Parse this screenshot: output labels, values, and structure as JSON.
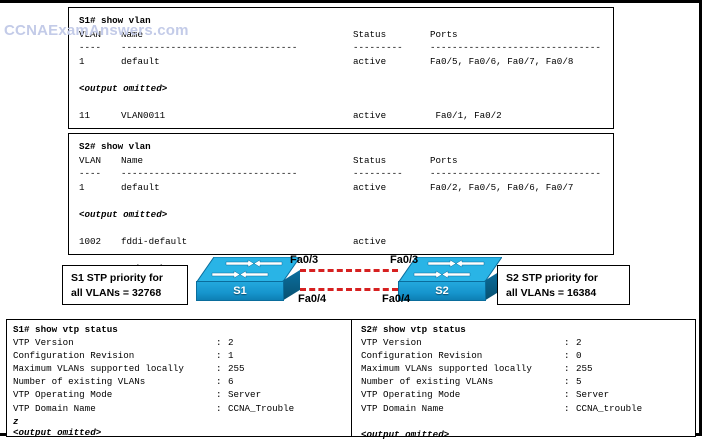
{
  "watermark": "CCNAExamAnswers.com",
  "vlan_panels": [
    {
      "id": "s1-show-vlan",
      "prompt": "S1# show vlan",
      "headers": {
        "vlan": "VLAN",
        "name": "Name",
        "status": "Status",
        "ports": "Ports"
      },
      "rules": {
        "vlan": "----",
        "name": "--------------------------------",
        "status": "---------",
        "ports": "-------------------------------"
      },
      "rows": [
        {
          "vlan": "1",
          "name": "default",
          "status": "active",
          "ports": "Fa0/5, Fa0/6, Fa0/7, Fa0/8"
        },
        {
          "omitted": "<output omitted>"
        },
        {
          "vlan": "11",
          "name": "VLAN0011",
          "status": "active",
          "ports": " Fa0/1, Fa0/2"
        },
        {
          "omitted": "<output omitted>"
        }
      ]
    },
    {
      "id": "s2-show-vlan",
      "prompt": "S2# show vlan",
      "headers": {
        "vlan": "VLAN",
        "name": "Name",
        "status": "Status",
        "ports": "Ports"
      },
      "rules": {
        "vlan": "----",
        "name": "--------------------------------",
        "status": "---------",
        "ports": "-------------------------------"
      },
      "rows": [
        {
          "vlan": "1",
          "name": "default",
          "status": "active",
          "ports": "Fa0/2, Fa0/5, Fa0/6, Fa0/7"
        },
        {
          "omitted": "<output omitted>"
        },
        {
          "vlan": "1002",
          "name": "fddi-default",
          "status": "active",
          "ports": ""
        },
        {
          "omitted": "<output omitted>"
        }
      ]
    }
  ],
  "topology": {
    "switch_left": "S1",
    "switch_right": "S2",
    "link_top_left_port": "Fa0/3",
    "link_top_right_port": "Fa0/3",
    "link_bottom_left_port": "Fa0/4",
    "link_bottom_right_port": "Fa0/4",
    "link_color": "#d62020",
    "switch_color": "#1695cd"
  },
  "notes": {
    "left": {
      "line1": "S1 STP priority for",
      "line2": "all VLANs = 32768"
    },
    "right": {
      "line1": "S2 STP priority for",
      "line2": "all VLANs = 16384"
    }
  },
  "vtp_panels": [
    {
      "id": "s1-show-vtp-status",
      "prompt": "S1# show vtp status",
      "rows": [
        {
          "key": "VTP Version",
          "value": "2"
        },
        {
          "key": "Configuration Revision",
          "value": "1"
        },
        {
          "key": "Maximum VLANs supported locally",
          "value": "255"
        },
        {
          "key": "Number of existing VLANs",
          "value": "6"
        },
        {
          "key": "VTP Operating Mode",
          "value": "Server"
        },
        {
          "key": "VTP Domain Name",
          "value": "CCNA_Trouble"
        }
      ],
      "stray": "z",
      "omitted": "<output omitted>"
    },
    {
      "id": "s2-show-vtp-status",
      "prompt": "S2# show vtp status",
      "rows": [
        {
          "key": "VTP Version",
          "value": "2"
        },
        {
          "key": "Configuration Revision",
          "value": "0"
        },
        {
          "key": "Maximum VLANs supported locally",
          "value": "255"
        },
        {
          "key": "Number of existing VLANs",
          "value": "5"
        },
        {
          "key": "VTP Operating Mode",
          "value": "Server"
        },
        {
          "key": "VTP Domain Name",
          "value": "CCNA_trouble"
        }
      ],
      "stray": "",
      "omitted": "<output omitted>"
    }
  ],
  "separator": ":"
}
